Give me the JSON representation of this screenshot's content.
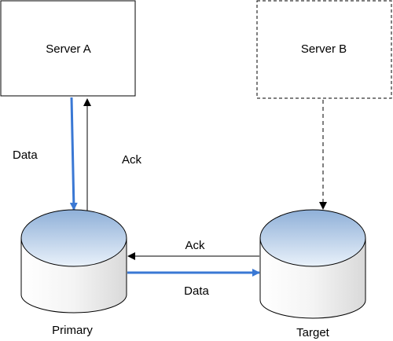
{
  "nodes": {
    "server_a": {
      "label": "Server A"
    },
    "server_b": {
      "label": "Server B"
    },
    "primary": {
      "label": "Primary"
    },
    "target": {
      "label": "Target"
    }
  },
  "edges": {
    "a_to_primary": {
      "label": "Data"
    },
    "primary_to_a": {
      "label": "Ack"
    },
    "target_to_primary": {
      "label": "Ack"
    },
    "primary_to_target": {
      "label": "Data"
    }
  },
  "colors": {
    "data_arrow": "#3a78d4",
    "ack_arrow": "#000000",
    "cylinder_top": "#aec6e4",
    "cylinder_body": "#f2f2f2"
  }
}
